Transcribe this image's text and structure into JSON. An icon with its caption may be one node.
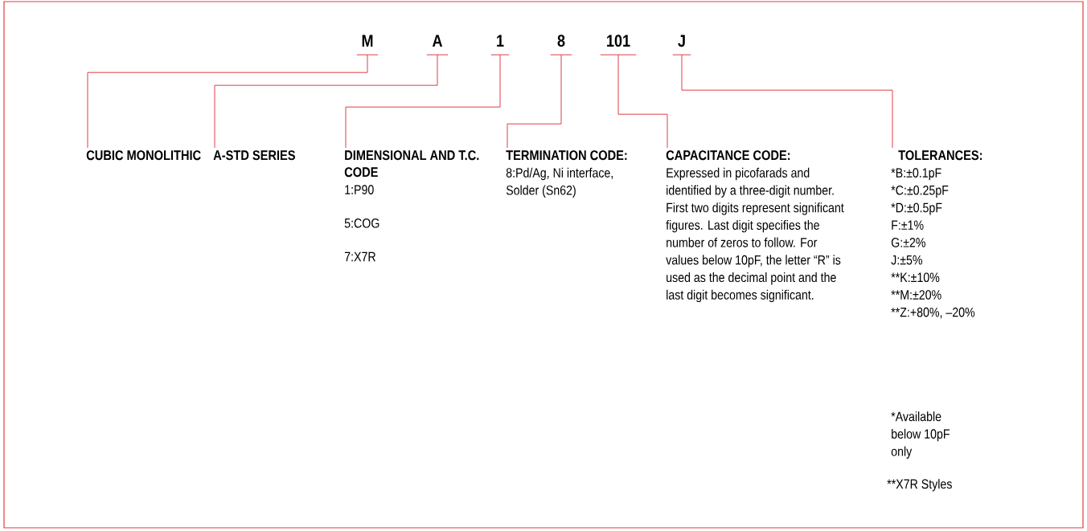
{
  "diagram": {
    "nodes": [
      {
        "text": [
          "M"
        ]
      },
      {
        "text": [
          "A"
        ]
      },
      {
        "text": [
          "1"
        ]
      },
      {
        "text": [
          "8"
        ]
      },
      {
        "text": [
          "101"
        ]
      },
      {
        "text": [
          "J"
        ]
      },
      {
        "text": [
          "CUBIC MONOLITHIC"
        ]
      },
      {
        "text": [
          "A-STD SERIES"
        ]
      },
      {
        "text": [
          "DIMENSIONAL AND T.C. CODE",
          "1:P90",
          "5:COG",
          "7:X7R"
        ]
      },
      {
        "text": [
          "TERMINATION CODE:",
          "8:Pd/Ag, Ni interface, Solder (Sn62)"
        ]
      },
      {
        "text": [
          "CAPACITANCE CODE:",
          "Expressed in picofarads and identified by a three-digit number. First two digits represent significant figures. Last digit specifies the number of zeros to follow. For values below 10pF, the letter “R” is used as the decimal point and the last digit becomes significant."
        ]
      },
      {
        "text": [
          "TOLERANCES:",
          "*B:±0.1pF",
          "*C:±0.25pF",
          "*D:±0.5pF",
          "F:±1%",
          "G:±2%",
          "J:±5%",
          "**K:±10%",
          "**M:±20%",
          "**Z:+80%, –20%"
        ]
      }
    ],
    "edges": [
      {
        "from": 0,
        "to": 6,
        "arrow": "none"
      },
      {
        "from": 1,
        "to": 7,
        "arrow": "none"
      },
      {
        "from": 2,
        "to": 8,
        "arrow": "none"
      },
      {
        "from": 3,
        "to": 9,
        "arrow": "none"
      },
      {
        "from": 4,
        "to": 10,
        "arrow": "none"
      },
      {
        "from": 5,
        "to": 11,
        "arrow": "none"
      }
    ],
    "labels": [
      "*Available below 10pF only",
      "**X7R Styles"
    ]
  }
}
